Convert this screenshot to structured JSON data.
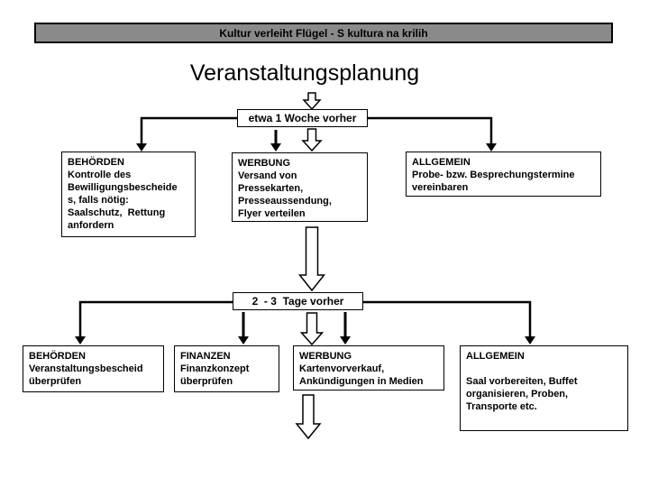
{
  "colors": {
    "banner_bg": "#8a8a8a",
    "line_color": "#000000"
  },
  "banner": {
    "text": "Kultur verleiht Flügel - S kultura na krilih"
  },
  "title": {
    "text": "Veranstaltungsplanung"
  },
  "stage1": {
    "label": "etwa 1 Woche vorher",
    "boxes": [
      {
        "heading": "BEHÖRDEN",
        "body": "Kontrolle des\nBewilligungsbescheide\ns, falls nötig:\nSaalschutz,  Rettung\nanfordern"
      },
      {
        "heading": "WERBUNG",
        "body": "Versand von\nPressekarten,\nPresseaussendung,\nFlyer verteilen"
      },
      {
        "heading": "ALLGEMEIN",
        "body": "Probe- bzw. Besprechungstermine\nvereinbaren"
      }
    ]
  },
  "stage2": {
    "label": "2  - 3  Tage vorher",
    "boxes": [
      {
        "heading": "BEHÖRDEN",
        "body": "Veranstaltungsbescheid\nüberprüfen"
      },
      {
        "heading": "FINANZEN",
        "body": "Finanzkonzept\nüberprüfen"
      },
      {
        "heading": "WERBUNG",
        "body": "Kartenvorverkauf,\nAnkündigungen in Medien"
      },
      {
        "heading": "ALLGEMEIN",
        "body": "\nSaal vorbereiten, Buffet\norganisieren, Proben,\nTransporte etc."
      }
    ]
  }
}
